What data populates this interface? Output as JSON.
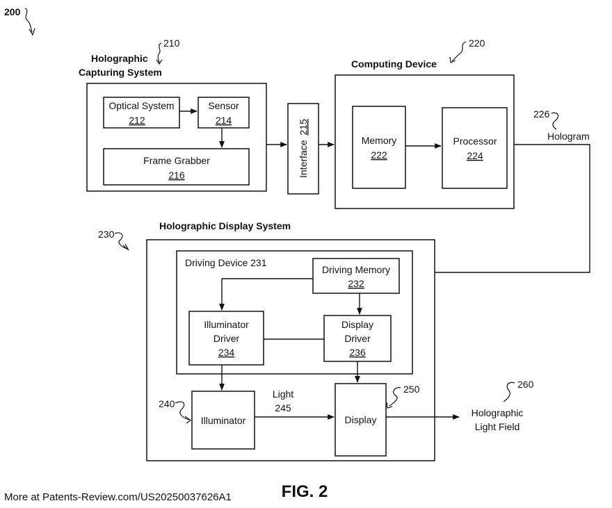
{
  "figure_ref": "200",
  "capture": {
    "title_line1": "Holographic",
    "title_line2": "Capturing System",
    "ref": "210",
    "optical": {
      "label": "Optical System",
      "num": "212"
    },
    "sensor": {
      "label": "Sensor",
      "num": "214"
    },
    "grabber": {
      "label": "Frame Grabber",
      "num": "216"
    }
  },
  "interface": {
    "label": "Interface",
    "num": "215"
  },
  "computing": {
    "title": "Computing Device",
    "ref": "220",
    "memory": {
      "label": "Memory",
      "num": "222"
    },
    "processor": {
      "label": "Processor",
      "num": "224"
    }
  },
  "hologram": {
    "label": "Hologram",
    "ref": "226"
  },
  "display_system": {
    "title": "Holographic Display System",
    "ref": "230",
    "driving_device": {
      "label": "Driving Device 231"
    },
    "driving_memory": {
      "label": "Driving Memory",
      "num": "232"
    },
    "illum_driver": {
      "line1": "Illuminator",
      "line2": "Driver",
      "num": "234"
    },
    "display_driver": {
      "line1": "Display",
      "line2": "Driver",
      "num": "236"
    },
    "illuminator": {
      "label": "Illuminator",
      "ref": "240"
    },
    "light": {
      "label": "Light",
      "num": "245"
    },
    "display": {
      "label": "Display",
      "ref": "250"
    }
  },
  "light_field": {
    "line1": "Holographic",
    "line2": "Light Field",
    "ref": "260"
  },
  "fig_label": "FIG. 2",
  "footer": "More at Patents-Review.com/US20250037626A1"
}
